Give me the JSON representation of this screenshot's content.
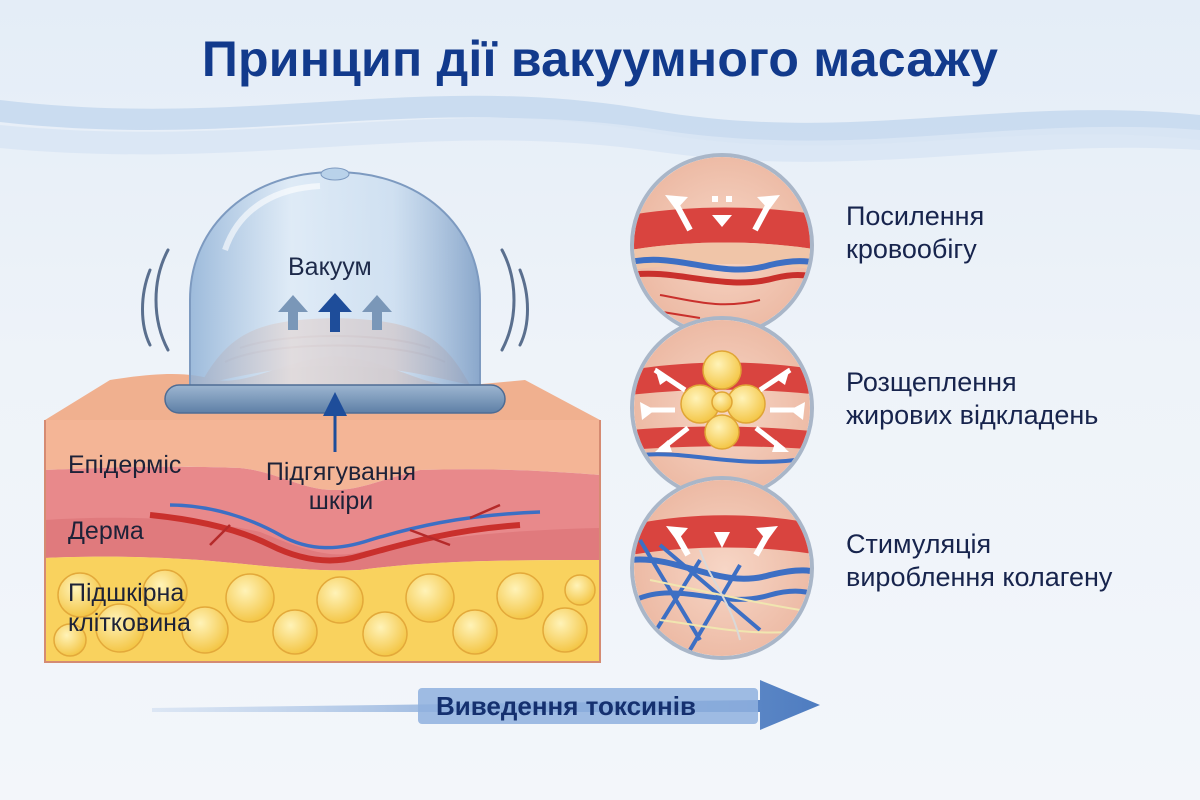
{
  "title": "Принцип дії вакуумного масажу",
  "labels": {
    "vacuum": "Вакуум",
    "skin_lift_line1": "Підгягування",
    "skin_lift_line2": "шкіри",
    "epidermis": "Епідерміс",
    "dermis": "Дерма",
    "subcutis_line1": "Підшкірна",
    "subcutis_line2": "клітковина",
    "toxins": "Виведення токсинів"
  },
  "benefits": [
    {
      "line1": "Посилення",
      "line2": "кровообігу"
    },
    {
      "line1": "Розщеплення",
      "line2": "жирових відкладень"
    },
    {
      "line1": "Стимуляція",
      "line2": "вироблення колагену"
    }
  ],
  "colors": {
    "title": "#123a8c",
    "epidermis": "#f4b596",
    "dermis": "#e8898b",
    "fat": "#f9d25e",
    "vessel_red": "#c9302c",
    "vessel_blue": "#3d6fc4",
    "cup": "#b9d2ea",
    "arrow_dark": "#1e4d9a"
  }
}
